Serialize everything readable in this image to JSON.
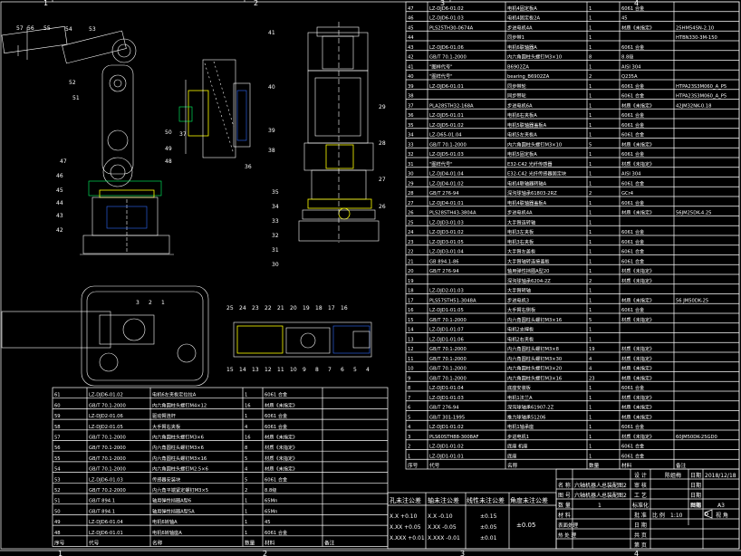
{
  "border_numbers": {
    "top": [
      "1",
      "2",
      "3",
      "4"
    ],
    "bottom": [
      "1",
      "2",
      "3",
      "4"
    ]
  },
  "balloons": [
    "57",
    "56",
    "55",
    "54",
    "53",
    "52",
    "51",
    "50",
    "49",
    "48",
    "47",
    "46",
    "45",
    "44",
    "43",
    "42",
    "41",
    "40",
    "39",
    "38",
    "37",
    "36",
    "35",
    "34",
    "33",
    "32",
    "31",
    "30",
    "29",
    "28",
    "27",
    "26",
    "25",
    "24",
    "23",
    "22",
    "21",
    "20",
    "19",
    "18",
    "17",
    "16",
    "15",
    "14",
    "13",
    "12",
    "11",
    "10",
    "9",
    "8",
    "7",
    "6",
    "5",
    "4",
    "3",
    "2",
    "1"
  ],
  "bom_right": [
    {
      "no": "47",
      "code": "LZ-DJD6-01.02",
      "name": "电机4固定板A",
      "qty": "1",
      "material": "6061 合金",
      "note": ""
    },
    {
      "no": "46",
      "code": "LZ-DJD6-01.03",
      "name": "电机4固定板2A",
      "qty": "1",
      "material": "45",
      "note": ""
    },
    {
      "no": "45",
      "code": "PLS25TH30-0674A",
      "name": "步进电机4A",
      "qty": "1",
      "material": "材质《未指定》",
      "note": "25HM54SN-2.10"
    },
    {
      "no": "44",
      "code": "",
      "name": "同步带1",
      "qty": "1",
      "material": "",
      "note": "HTBN330-3M-150"
    },
    {
      "no": "43",
      "code": "LZ-DJD6-01.06",
      "name": "电机6联轴器A",
      "qty": "1",
      "material": "6061 合金",
      "note": ""
    },
    {
      "no": "42",
      "code": "GB/T 70.1-2000",
      "name": "内六角圆柱头螺钉M3×10",
      "qty": "8",
      "material": "8.8级",
      "note": ""
    },
    {
      "no": "41",
      "code": "\"图样代号\"",
      "name": "B6902ZA",
      "qty": "1",
      "material": "AISI 304",
      "note": ""
    },
    {
      "no": "40",
      "code": "\"图样代号\"",
      "name": "bearing_B6902ZA",
      "qty": "2",
      "material": "Q235A",
      "note": ""
    },
    {
      "no": "39",
      "code": "LZ-DJD6-01.01",
      "name": "同步带轮",
      "qty": "1",
      "material": "6061 合金",
      "note": "HTPA23S3M060_A_P5"
    },
    {
      "no": "38",
      "code": "",
      "name": "同步带轮",
      "qty": "1",
      "material": "6061 合金",
      "note": "HTPA23S3M060_A_P5"
    },
    {
      "no": "37",
      "code": "PLA28STH32-168A",
      "name": "步进电机6A",
      "qty": "1",
      "material": "材质《未指定》",
      "note": "42JM32NK-0.18"
    },
    {
      "no": "36",
      "code": "LZ-DJD5-01.01",
      "name": "电机6右夹板A",
      "qty": "1",
      "material": "6061 合金",
      "note": ""
    },
    {
      "no": "35",
      "code": "LZ-DJD5-01.02",
      "name": "电机5联轴器盖板A",
      "qty": "1",
      "material": "6061 合金",
      "note": ""
    },
    {
      "no": "34",
      "code": "LZ-D65-01.04",
      "name": "电机5左夹板A",
      "qty": "1",
      "material": "6061 合金",
      "note": ""
    },
    {
      "no": "33",
      "code": "GB/T 70.1-2000",
      "name": "内六角圆柱头螺钉M3×10",
      "qty": "5",
      "material": "材质《未指定》",
      "note": ""
    },
    {
      "no": "32",
      "code": "LZ-DJD5-01.03",
      "name": "电机5固定板A",
      "qty": "1",
      "material": "6061 合金",
      "note": ""
    },
    {
      "no": "31",
      "code": "\"图样代号\"",
      "name": "E32-C42 光纤传感器",
      "qty": "1",
      "material": "材质《未指定》",
      "note": ""
    },
    {
      "no": "30",
      "code": "LZ-DJD4-01.04",
      "name": "E32-C42 光纤传感器固定块",
      "qty": "1",
      "material": "AISI 304",
      "note": ""
    },
    {
      "no": "29",
      "code": "LZ-DJD4-01.02",
      "name": "电机4联轴器转轴A",
      "qty": "1",
      "material": "6061 合金",
      "note": ""
    },
    {
      "no": "28",
      "code": "GB/T 276-94",
      "name": "深沟球轴承61803-2RZ",
      "qty": "2",
      "material": "GCr4",
      "note": ""
    },
    {
      "no": "27",
      "code": "LZ-DJD4-01.01",
      "name": "电机4联轴器盖板A",
      "qty": "1",
      "material": "6061 合金",
      "note": ""
    },
    {
      "no": "26",
      "code": "PLS28STH43-3804A",
      "name": "步进电机4A",
      "qty": "1",
      "material": "材质《未指定》",
      "note": "56JM25DK-4.25"
    },
    {
      "no": "25",
      "code": "LZ-DJD3-01.03",
      "name": "大手臂连转轴",
      "qty": "1",
      "material": "",
      "note": ""
    },
    {
      "no": "24",
      "code": "LZ-DJD3-01.02",
      "name": "电机3左夹板",
      "qty": "1",
      "material": "6061 合金",
      "note": ""
    },
    {
      "no": "23",
      "code": "LZ-DJD3-01.05",
      "name": "电机3右夹板",
      "qty": "1",
      "material": "6061 合金",
      "note": ""
    },
    {
      "no": "22",
      "code": "LZ-DJD3-01.04",
      "name": "大手臂左盖板",
      "qty": "1",
      "material": "6061 合金",
      "note": ""
    },
    {
      "no": "21",
      "code": "GB 894.1-86",
      "name": "大手臂轴转连接盖板",
      "qty": "1",
      "material": "6061 合金",
      "note": ""
    },
    {
      "no": "20",
      "code": "GB/T 276-94",
      "name": "轴用弹性挡圈A型20",
      "qty": "1",
      "material": "材质《未指定》",
      "note": ""
    },
    {
      "no": "19",
      "code": "",
      "name": "深沟球轴承6204-2Z",
      "qty": "2",
      "material": "材质《未指定》",
      "note": ""
    },
    {
      "no": "18",
      "code": "LZ-DJD2-01.03",
      "name": "大手臂转轴",
      "qty": "1",
      "material": "",
      "note": ""
    },
    {
      "no": "17",
      "code": "PLS57STH51-3048A",
      "name": "步进电机3",
      "qty": "1",
      "material": "材质《未指定》",
      "note": "56 JM50DK-25"
    },
    {
      "no": "16",
      "code": "LZ-DJD1-01.05",
      "name": "大手臂右侧板",
      "qty": "1",
      "material": "6061 合金",
      "note": ""
    },
    {
      "no": "15",
      "code": "GB/T 70.1-2000",
      "name": "内六角圆柱头螺钉M3×16",
      "qty": "5",
      "material": "材质《未指定》",
      "note": ""
    },
    {
      "no": "14",
      "code": "LZ-DJD1-01.07",
      "name": "电机2支撑板",
      "qty": "1",
      "material": "",
      "note": ""
    },
    {
      "no": "13",
      "code": "LZ-DJD1-01.06",
      "name": "电机2右夹板",
      "qty": "1",
      "material": "",
      "note": ""
    },
    {
      "no": "12",
      "code": "GB/T 70.1-2000",
      "name": "内六角圆柱头螺钉M3×8",
      "qty": "19",
      "material": "材质《未指定》",
      "note": ""
    },
    {
      "no": "11",
      "code": "GB/T 70.1-2000",
      "name": "内六角圆柱头螺钉M3×30",
      "qty": "4",
      "material": "材质《未指定》",
      "note": ""
    },
    {
      "no": "10",
      "code": "GB/T 70.1-2000",
      "name": "内六角圆柱头螺钉M3×20",
      "qty": "4",
      "material": "材质《未指定》",
      "note": ""
    },
    {
      "no": "9",
      "code": "GB/T 70.1-2000",
      "name": "内六角圆柱头螺钉M3×16",
      "qty": "23",
      "material": "材质《未指定》",
      "note": ""
    },
    {
      "no": "8",
      "code": "LZ-DJD1-01.04",
      "name": "底座安装板",
      "qty": "1",
      "material": "6061 合金",
      "note": ""
    },
    {
      "no": "7",
      "code": "LZ-DJD1-01.03",
      "name": "电机1法兰A",
      "qty": "1",
      "material": "材质《未指定》",
      "note": ""
    },
    {
      "no": "6",
      "code": "GB/T 276-94",
      "name": "深沟球轴承61907-2Z",
      "qty": "1",
      "material": "材质《未指定》",
      "note": ""
    },
    {
      "no": "5",
      "code": "GB/T 301-1995",
      "name": "推力球轴承51206",
      "qty": "1",
      "material": "材质《未指定》",
      "note": ""
    },
    {
      "no": "4",
      "code": "LZ-DJD1-01.02",
      "name": "电机1轴承座",
      "qty": "1",
      "material": "6061 合金",
      "note": ""
    },
    {
      "no": "3",
      "code": "PLS60STH88-3008AF",
      "name": "步进电机1",
      "qty": "1",
      "material": "材质《未指定》",
      "note": "60JM50DK-25GD0"
    },
    {
      "no": "2",
      "code": "LZ-DJD1-01.02",
      "name": "底座 机座",
      "qty": "1",
      "material": "6061 合金",
      "note": ""
    },
    {
      "no": "1",
      "code": "LZ-DJD1-01.01",
      "name": "底座",
      "qty": "1",
      "material": "6061 合金",
      "note": ""
    }
  ],
  "bom_right_header": {
    "no": "序号",
    "code": "代号",
    "name": "名称",
    "qty": "数量",
    "material": "材料",
    "note": "备注"
  },
  "bom_left": [
    {
      "no": "61",
      "code": "LZ-DJD6-01.02",
      "name": "电机6左夹板定位拉A",
      "qty": "1",
      "material": "6061 合金",
      "note": ""
    },
    {
      "no": "60",
      "code": "GB/T 70.1-2000",
      "name": "内六角圆柱头螺钉M4×12",
      "qty": "16",
      "material": "材质《未指定》",
      "note": ""
    },
    {
      "no": "59",
      "code": "LZ-DJD2-01.06",
      "name": "驱动臂连杆",
      "qty": "1",
      "material": "6061 合金",
      "note": ""
    },
    {
      "no": "58",
      "code": "LZ-DJD2-01.05",
      "name": "大手臂右夹板",
      "qty": "4",
      "material": "6061 合金",
      "note": ""
    },
    {
      "no": "57",
      "code": "GB/T 70.1-2000",
      "name": "内六角圆柱头螺钉M3×6",
      "qty": "16",
      "material": "材质《未指定》",
      "note": ""
    },
    {
      "no": "56",
      "code": "GB/T 70.1-2000",
      "name": "内六角圆柱头螺钉M3×6",
      "qty": "8",
      "material": "材质《未指定》",
      "note": ""
    },
    {
      "no": "55",
      "code": "GB/T 70.1-2000",
      "name": "内六角圆柱头螺钉M3×16",
      "qty": "5",
      "material": "材质《未指定》",
      "note": ""
    },
    {
      "no": "54",
      "code": "GB/T 70.1-2000",
      "name": "内六角圆柱头螺钉M2.5×6",
      "qty": "4",
      "material": "材质《未指定》",
      "note": ""
    },
    {
      "no": "53",
      "code": "LZ-DJD6-01.03",
      "name": "传感器安装块",
      "qty": "5",
      "material": "6061 合金",
      "note": ""
    },
    {
      "no": "52",
      "code": "GB/T 70.2-2000",
      "name": "内六角平端紧定螺钉M3×5",
      "qty": "2",
      "material": "8.8级",
      "note": ""
    },
    {
      "no": "51",
      "code": "GB/T 894.1",
      "name": "轴用弹性挡圈A型6",
      "qty": "1",
      "material": "65Mn",
      "note": ""
    },
    {
      "no": "50",
      "code": "GB/T 894.1",
      "name": "轴用弹性挡圈A型5A",
      "qty": "1",
      "material": "65Mn",
      "note": ""
    },
    {
      "no": "49",
      "code": "LZ-DJD6-01.04",
      "name": "电机6转轴A",
      "qty": "1",
      "material": "45",
      "note": ""
    },
    {
      "no": "48",
      "code": "LZ-DJD6-01.01",
      "name": "电机6转轴座A",
      "qty": "1",
      "material": "6061 合金",
      "note": ""
    }
  ],
  "bom_left_header": {
    "no": "序号",
    "code": "代号",
    "name": "名称",
    "qty": "数量",
    "material": "材料",
    "note": "备注"
  },
  "tolerance": {
    "headers": [
      "孔未注公差",
      "轴未注公差",
      "线性未注公差",
      "角度未注公差"
    ],
    "hole": [
      "X.X  +0.10",
      "X.XX  +0.05",
      "X.XXX +0.01"
    ],
    "shaft": [
      "X.X  -0.10",
      "X.XX  -0.05",
      "X.XXX -0.01"
    ],
    "linear": [
      "±0.15",
      "±0.05",
      "±0.01"
    ],
    "angle": "±0.05"
  },
  "title_block": {
    "name_label": "名 称",
    "name_value": "六轴机器人总装配图2",
    "drawing_label": "图 号",
    "drawing_value": "六轴机器人总装配图2",
    "quantity_label": "数 量",
    "quantity_value": "1",
    "material_label": "材 料",
    "surface_label": "表面处理",
    "heat_label": "热 处 理",
    "rows_left": [
      "设 计",
      "审 核",
      "工 艺",
      "标准化",
      "批 准",
      "日 期",
      "共 页",
      "第 页"
    ],
    "designer": "陈姐梅",
    "date_label": "日期",
    "date_value": "2018/12/18",
    "date_rows": [
      "日期",
      "日期",
      "日期"
    ],
    "scale_label": "比 例",
    "scale_value": "1:10",
    "sheet_label": "图幅",
    "sheet_value": "A3",
    "projection_label": "视 角"
  }
}
